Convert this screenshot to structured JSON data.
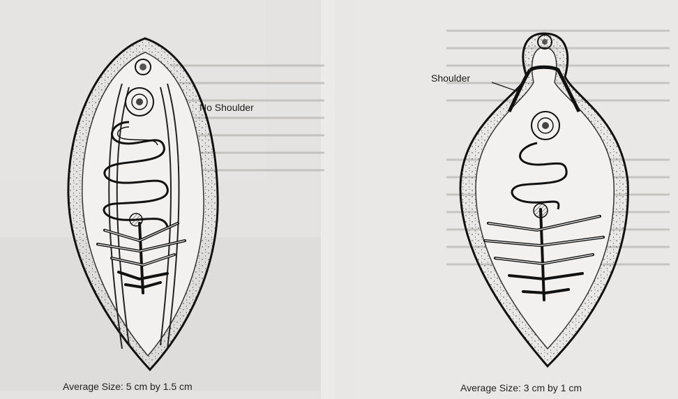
{
  "figure_left": {
    "label": "No Shoulder",
    "caption": "Average Size: 5 cm by 1.5 cm"
  },
  "figure_right": {
    "label": "Shoulder",
    "caption": "Average Size: 3 cm by 1 cm"
  },
  "colors": {
    "background": "#ecebea",
    "ink": "#1a1a1a",
    "faded_text": "#9a9896"
  }
}
